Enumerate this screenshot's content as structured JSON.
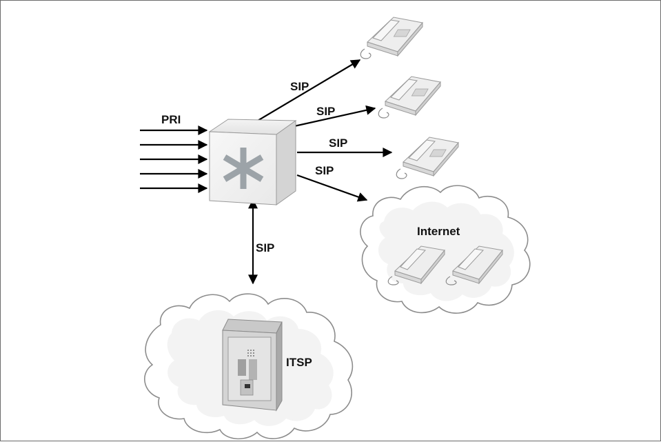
{
  "diagram": {
    "labels": {
      "pri": "PRI",
      "sip_phone_1": "SIP",
      "sip_phone_2": "SIP",
      "sip_phone_3": "SIP",
      "sip_internet": "SIP",
      "sip_itsp": "SIP",
      "internet": "Internet",
      "itsp": "ITSP"
    },
    "icons": {
      "pbx": "asterisk-pbx-icon",
      "phone": "desk-phone-icon",
      "server": "server-rack-icon",
      "cloud": "cloud-icon"
    },
    "colors": {
      "stroke": "#000000",
      "device_fill": "#e6e6e6",
      "device_edge": "#9a9a9a",
      "cloud_edge": "#8c8c8c",
      "asterisk": "#9ca3a8"
    }
  }
}
